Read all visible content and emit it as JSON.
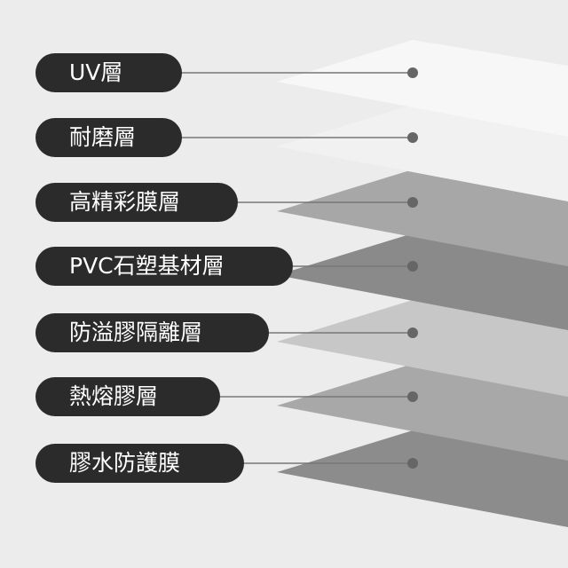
{
  "layers": [
    {
      "label": "UV層",
      "color": "#f7f7f7"
    },
    {
      "label": "耐磨層",
      "color": "#f1f1f1"
    },
    {
      "label": "高精彩膜層",
      "color": "#a7a7a7"
    },
    {
      "label": "PVC石塑基材層",
      "color": "#8a8a8a"
    },
    {
      "label": "防溢膠隔離層",
      "color": "#c7c7c7"
    },
    {
      "label": "熱熔膠層",
      "color": "#a8a8a8"
    },
    {
      "label": "膠水防護膜",
      "color": "#8c8c8c"
    }
  ],
  "leader_color": "#777777",
  "dot_color": "#666666",
  "pill_color": "#2b2b2b"
}
